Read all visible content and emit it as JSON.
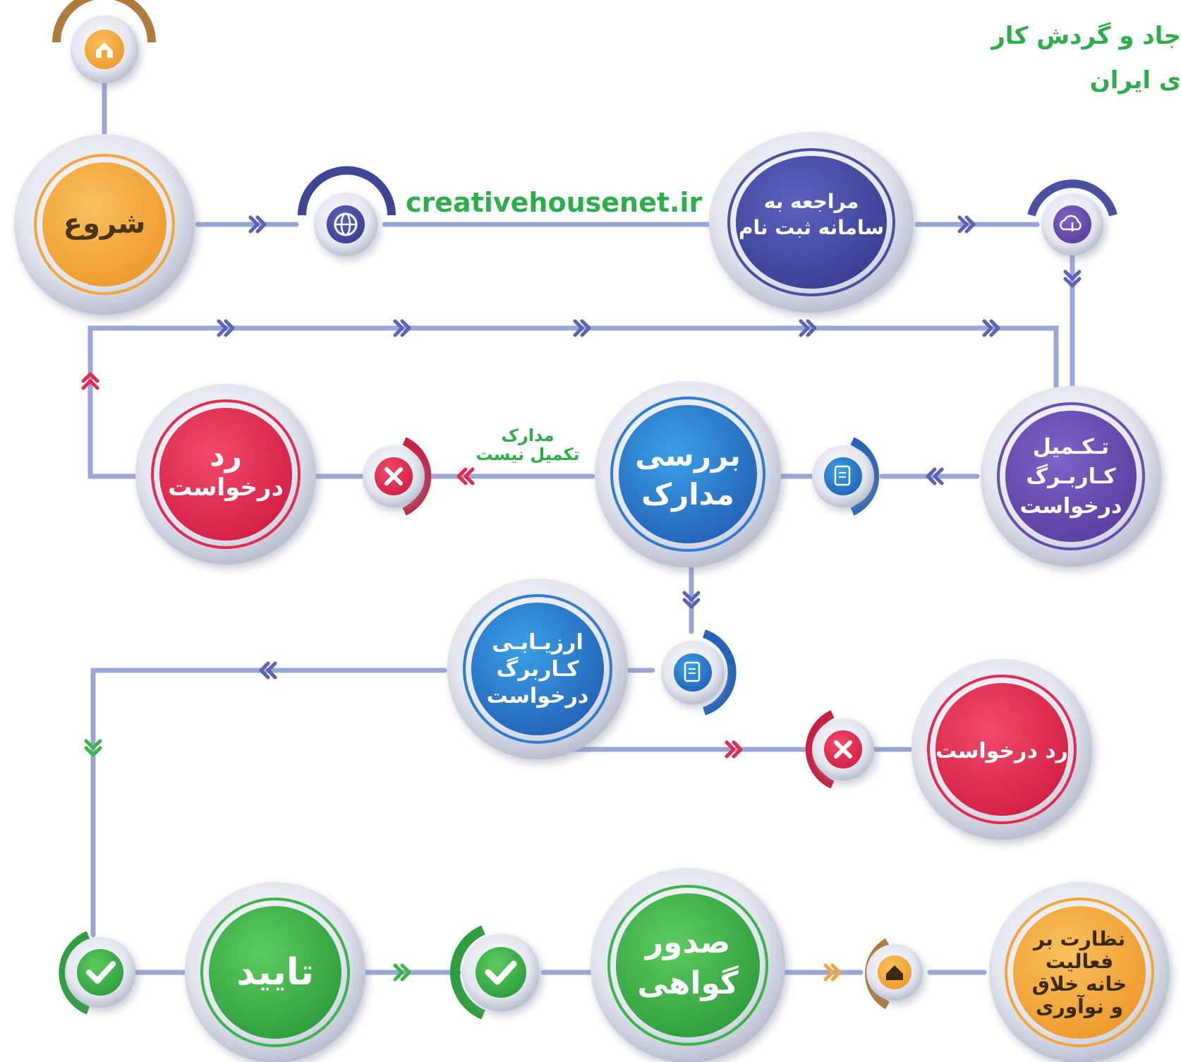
{
  "title": {
    "line1": "جاد و گردش کار",
    "line2": "ی ایران"
  },
  "website": "creativehousenet.ir",
  "nodes": {
    "start": "شروع",
    "register": [
      "مراجعه به",
      "سامانه ثبت نام"
    ],
    "complete_form": [
      "تـکـمیل",
      "کـاربـرگ",
      "درخواست"
    ],
    "review_docs": [
      "بررسی",
      "مدارک"
    ],
    "reject_1": [
      "رد",
      "درخواست"
    ],
    "evaluate": [
      "ارزیـابـی",
      "کـاربرگ",
      "درخواست"
    ],
    "reject_2": [
      "رد درخواست"
    ],
    "approve": [
      "تایید"
    ],
    "issue_cert": [
      "صدور",
      "گواهی"
    ],
    "supervise": [
      "نظارت بر",
      "فعالیت",
      "خانه خلاق",
      "و نوآوری"
    ]
  },
  "edge_labels": {
    "incomplete_docs": [
      "مدارک",
      "تکمیل نیست"
    ]
  },
  "colors": {
    "orange": "#f2a53a",
    "indigo": "#4a4fa3",
    "purple": "#6a4fb0",
    "blue": "#2f7dd0",
    "red": "#e32a52",
    "green": "#3bb44a",
    "line": "#9aa7d6",
    "text_green": "#2eae4a"
  },
  "icons": {
    "start": "lightbulb-house-icon",
    "web": "globe-icon",
    "cloud": "cloud-upload-icon",
    "clipboard": "clipboard-edit-icon",
    "reject": "x-circle-icon",
    "approve": "check-circle-icon",
    "supervise": "lightbulb-house-icon"
  }
}
